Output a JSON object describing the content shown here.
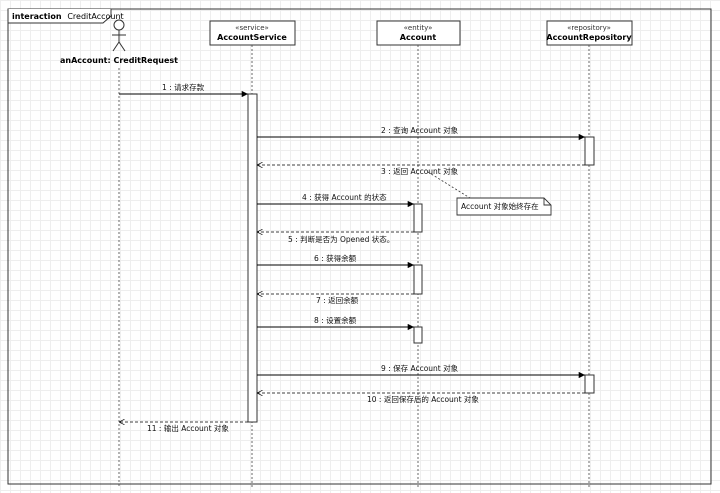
{
  "frame": {
    "keyword": "interaction",
    "name": "CreditAccount"
  },
  "actor": {
    "name": "anAccount: CreditRequest"
  },
  "lifelines": {
    "service": {
      "stereotype": "«service»",
      "name": "AccountService"
    },
    "entity": {
      "stereotype": "«entity»",
      "name": "Account"
    },
    "repository": {
      "stereotype": "«repository»",
      "name": "AccountRepository"
    }
  },
  "messages": {
    "m1": "1 : 请求存款",
    "m2": "2 : 查询 Account 对象",
    "m3": "3 : 返回 Account 对象",
    "m4": "4 : 获得 Account 的状态",
    "m5": "5 : 判断是否为 Opened 状态。",
    "m6": "6 : 获得余额",
    "m7": "7 : 返回余额",
    "m8": "8 : 设置余额",
    "m9": "9 : 保存 Account 对象",
    "m10": "10 : 返回保存后的 Account 对象",
    "m11": "11 : 输出 Account 对象"
  },
  "note": {
    "text": "Account 对象始终存在"
  },
  "colors": {
    "line": "#333333",
    "box_fill": "#ffffff",
    "grid": "#eeeeee"
  }
}
